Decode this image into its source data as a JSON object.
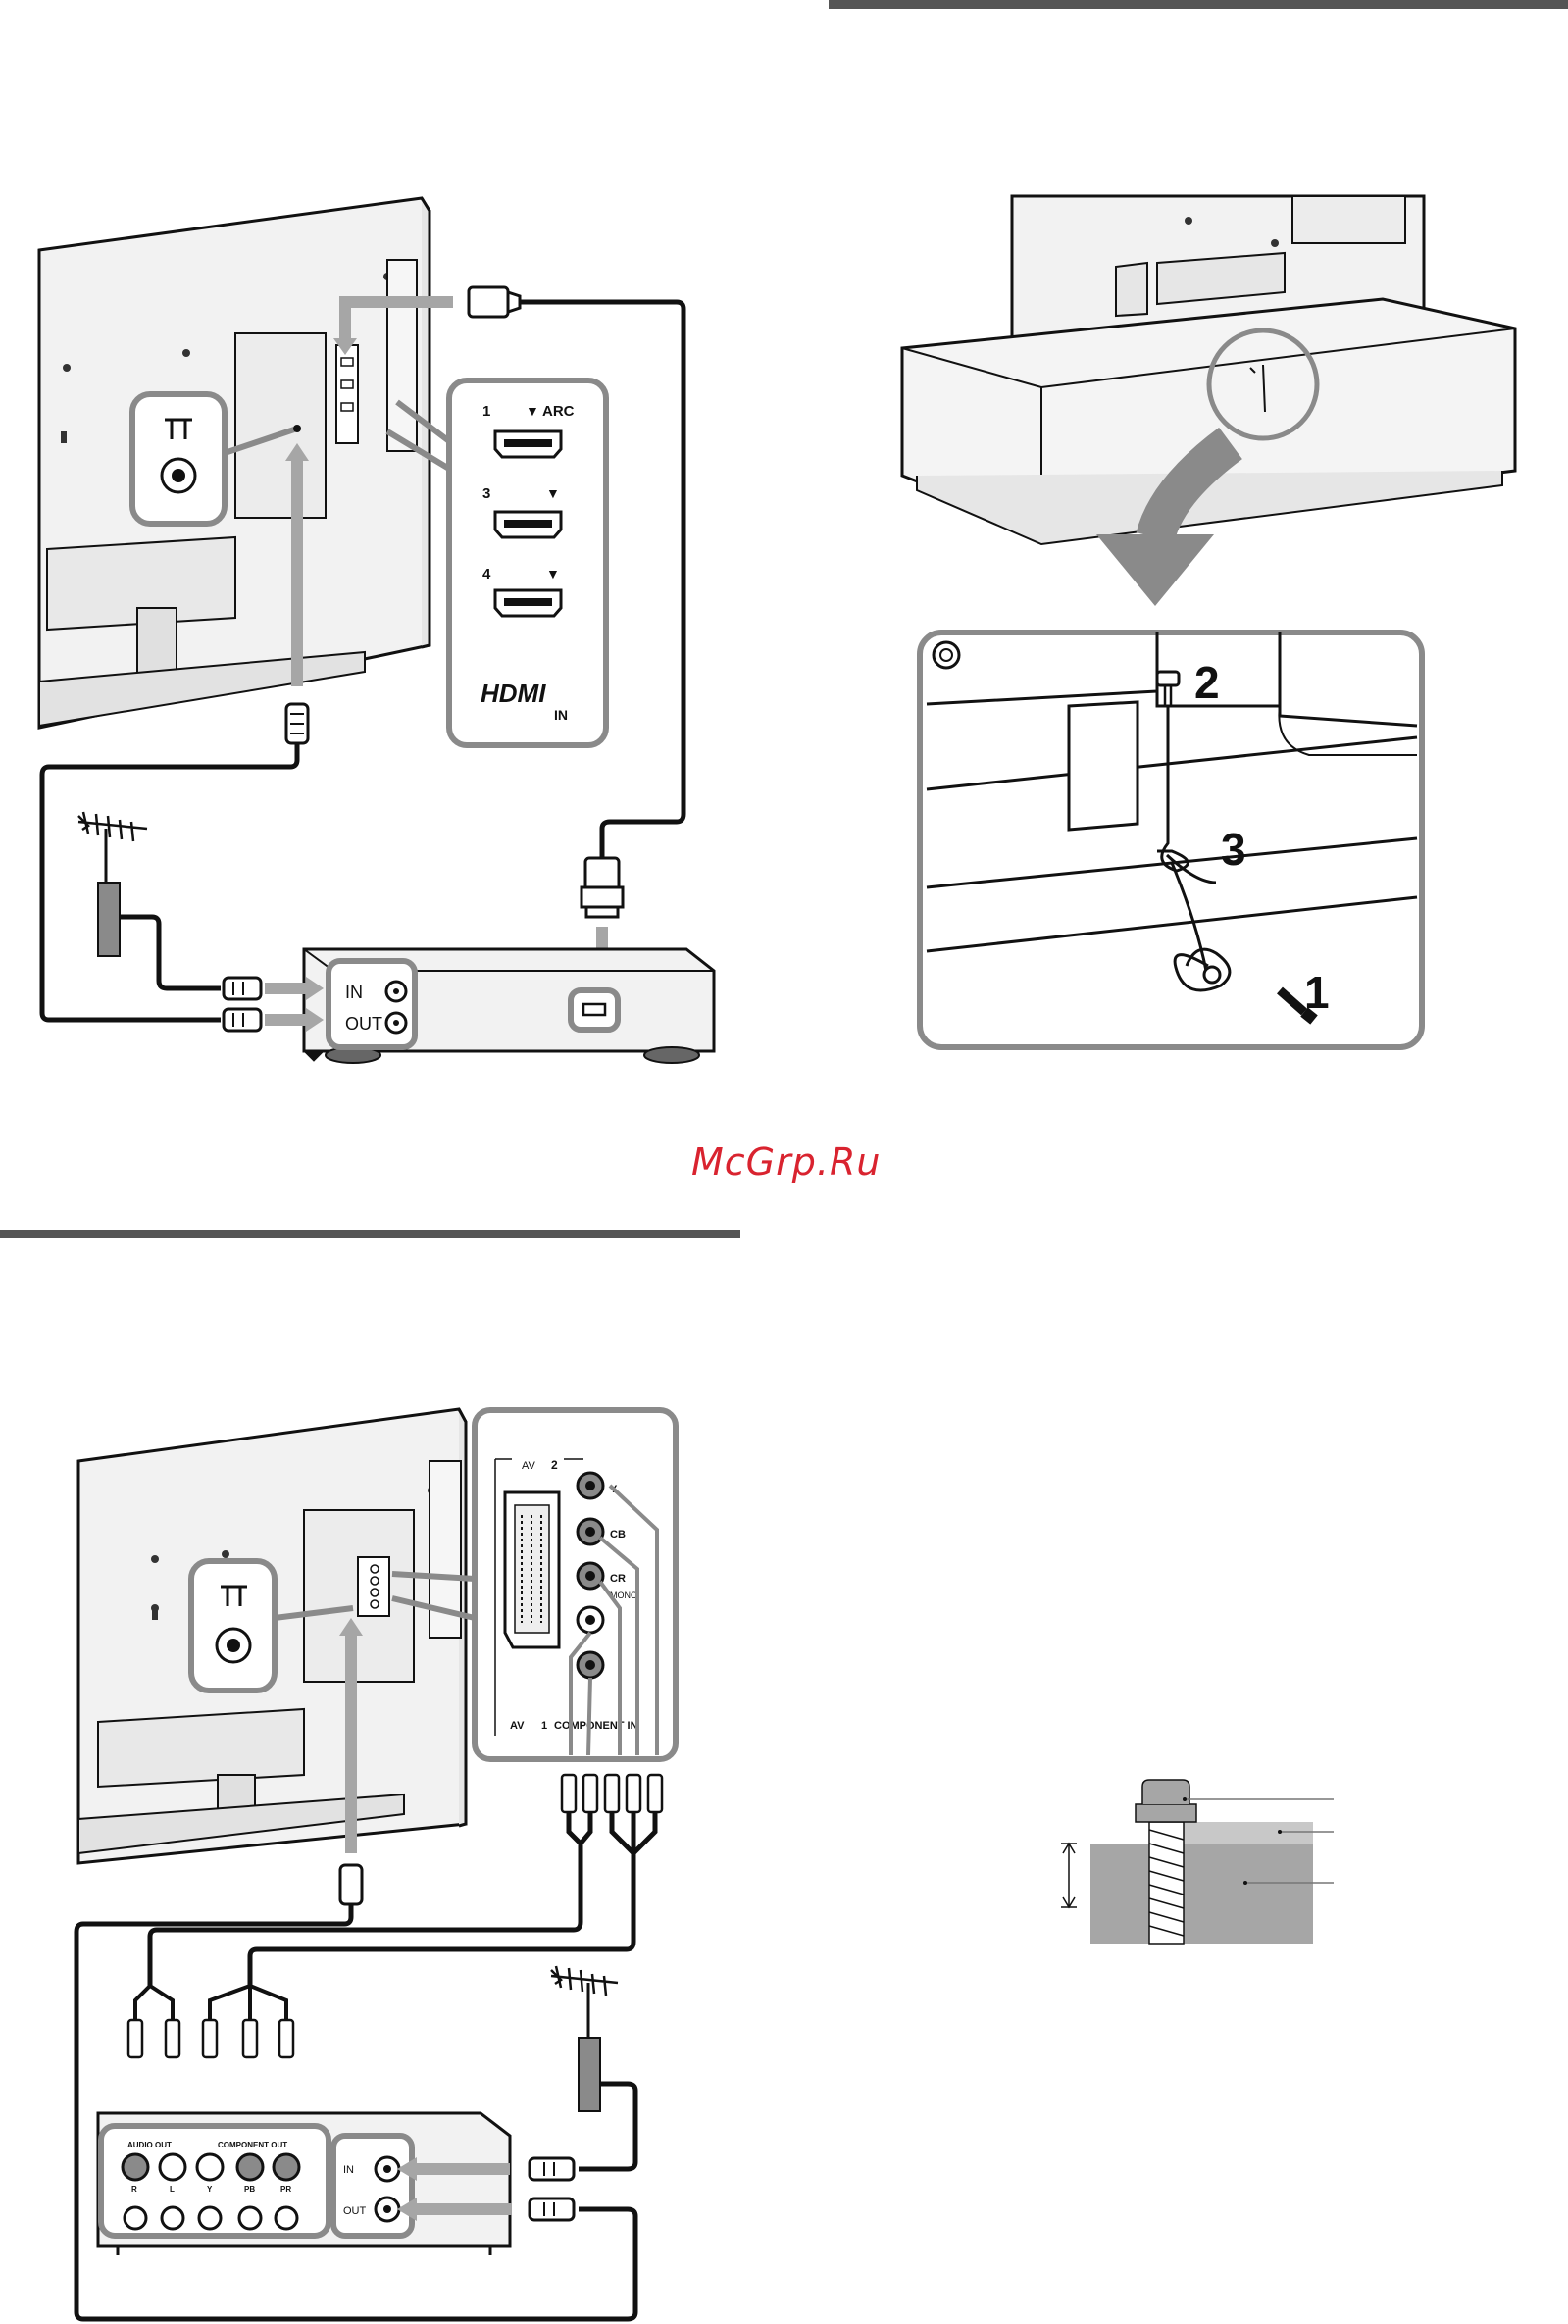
{
  "watermark": "McGrp.Ru",
  "figure_hdmi": {
    "hdmi_panel": {
      "ports": [
        "1",
        "3",
        "4"
      ],
      "arc_label": "ARC",
      "logo": "HDMI",
      "logo_sub": "IN"
    },
    "device_ports": {
      "in_label": "IN",
      "out_label": "OUT"
    },
    "icons": [
      "antenna-icon",
      "tv-rear-icon",
      "hdmi-plug-icon",
      "coax-plug-icon",
      "set-top-box-icon"
    ]
  },
  "figure_stand": {
    "step_labels": [
      "1",
      "2",
      "3"
    ],
    "icons": [
      "tv-on-stand-icon",
      "arrow-down-icon",
      "screw-icon",
      "cord-icon"
    ]
  },
  "figure_component": {
    "av_panel": {
      "top_label_av": "AV",
      "top_label_num": "2",
      "bottom_label_av": "AV",
      "bottom_label_num": "1",
      "bottom_text": "COMPONENT IN",
      "jack_letters": [
        "Y",
        "CB",
        "CR"
      ],
      "mono_label": "MONO"
    },
    "device_ports": {
      "in_label": "IN",
      "out_label": "OUT",
      "component_labels": [
        "R",
        "L",
        "Y",
        "PB",
        "PR"
      ],
      "audio_out": "AUDIO OUT",
      "component_out": "COMPONENT OUT"
    },
    "icons": [
      "antenna-icon",
      "tv-rear-icon",
      "rca-plug-icon",
      "scart-icon"
    ]
  },
  "figure_screw": {
    "icons": [
      "screw-cross-section-icon"
    ]
  },
  "colors": {
    "line": "#111111",
    "panel": "#f2f2f2",
    "gray": "#8a8a8a",
    "highlight": "#a6a6a6",
    "watermark": "#d9232f"
  }
}
